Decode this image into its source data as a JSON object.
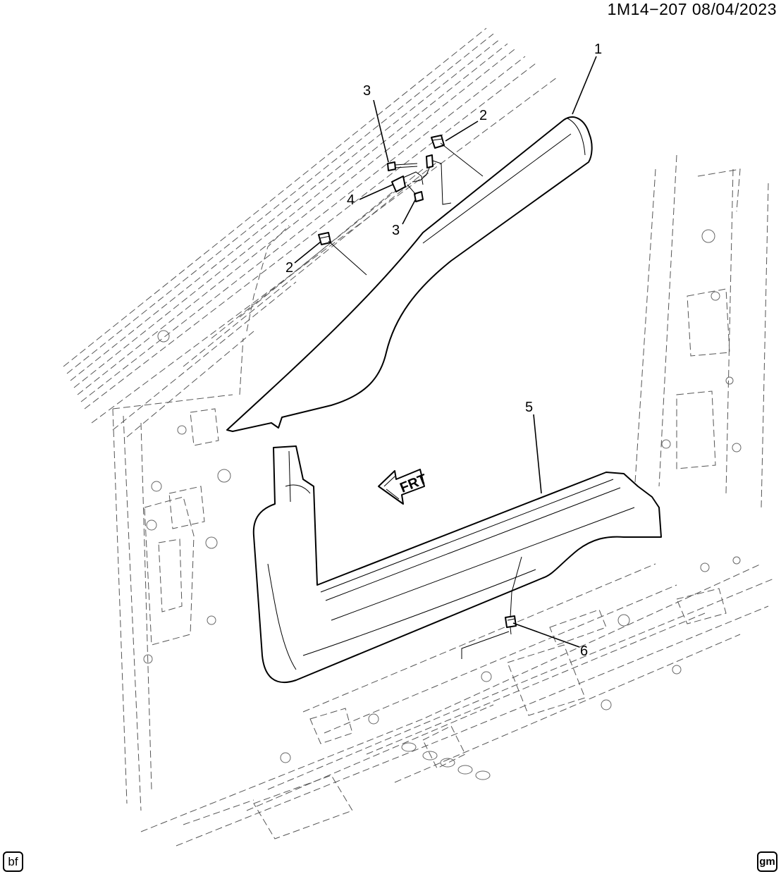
{
  "header": {
    "diagram_id": "1M14−207  08/04/2023"
  },
  "callouts": [
    {
      "id": "callout-1",
      "label": "1"
    },
    {
      "id": "callout-2-upper",
      "label": "2"
    },
    {
      "id": "callout-2-lower",
      "label": "2"
    },
    {
      "id": "callout-3-upper",
      "label": "3"
    },
    {
      "id": "callout-3-lower",
      "label": "3"
    },
    {
      "id": "callout-4",
      "label": "4"
    },
    {
      "id": "callout-5",
      "label": "5"
    },
    {
      "id": "callout-6",
      "label": "6"
    }
  ],
  "direction_arrow": {
    "label": "FRT"
  },
  "badges": {
    "left": "bf",
    "right": "gm"
  },
  "colors": {
    "line": "#000000",
    "background": "#ffffff"
  }
}
